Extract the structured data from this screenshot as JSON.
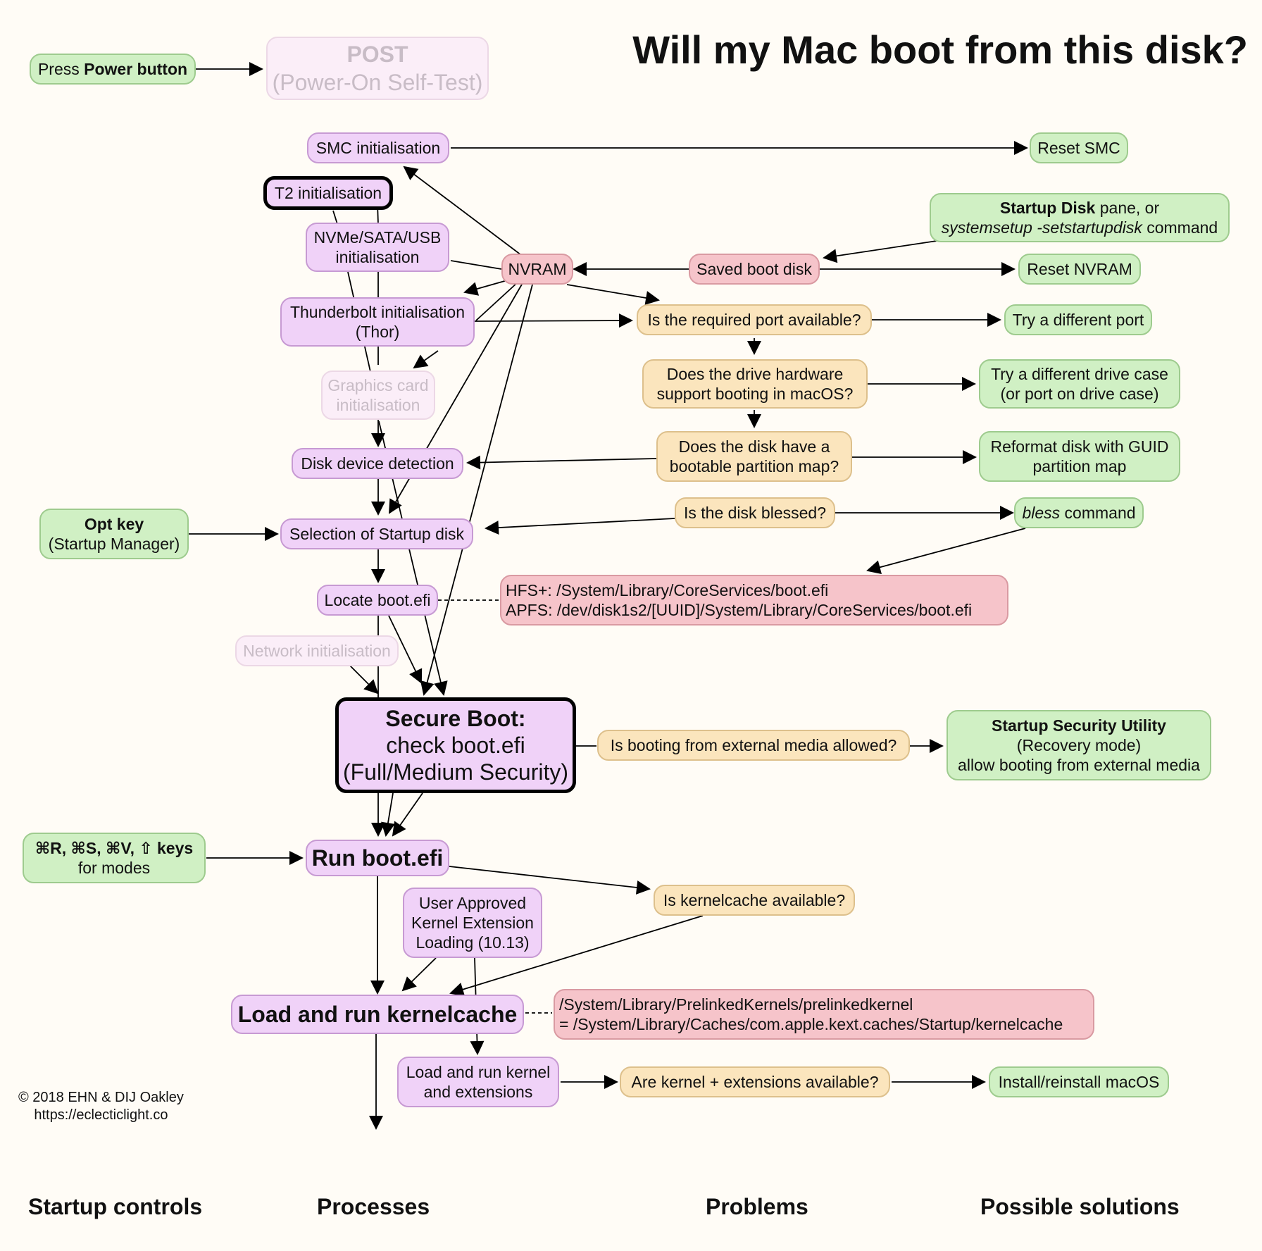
{
  "title": "Will my Mac boot from this disk?",
  "columns": [
    "Startup controls",
    "Processes",
    "Problems",
    "Possible solutions"
  ],
  "credit": {
    "line1": "© 2018 EHN & DIJ Oakley",
    "line2": "https://eclecticlight.co"
  },
  "controls": {
    "power": {
      "pre": "Press ",
      "bold": "Power button"
    },
    "opt": {
      "bold": "Opt key",
      "line2": "(Startup Manager)"
    },
    "modes": {
      "bold": "⌘R, ⌘S, ⌘V, ⇧ keys",
      "line2": "for modes"
    }
  },
  "processes": {
    "post": {
      "line1": "POST",
      "line2": "(Power-On Self-Test)"
    },
    "smc": "SMC initialisation",
    "t2": "T2 initialisation",
    "nvme": {
      "line1": "NVMe/SATA/USB",
      "line2": "initialisation"
    },
    "thunderbolt": {
      "line1": "Thunderbolt initialisation",
      "line2": "(Thor)"
    },
    "graphics": {
      "line1": "Graphics card",
      "line2": "initialisation"
    },
    "disk_detect": "Disk device detection",
    "selection": "Selection of Startup disk",
    "locate": "Locate boot.efi",
    "network": "Network initialisation",
    "secure_boot": {
      "line1": "Secure Boot:",
      "line2": "check boot.efi",
      "line3": "(Full/Medium Security)"
    },
    "run_boot": "Run boot.efi",
    "user_approved": {
      "line1": "User Approved",
      "line2": "Kernel Extension",
      "line3": "Loading (10.13)"
    },
    "load_kernelcache": "Load and run kernelcache",
    "load_kernel": {
      "line1": "Load and run kernel",
      "line2": "and extensions"
    }
  },
  "state": {
    "nvram": "NVRAM",
    "saved_boot_disk": "Saved boot disk",
    "boot_paths": {
      "line1": "HFS+: /System/Library/CoreServices/boot.efi",
      "line2": "APFS: /dev/disk1s2/[UUID]/System/Library/CoreServices/boot.efi"
    },
    "kernel_paths": {
      "line1": "/System/Library/PrelinkedKernels/prelinkedkernel",
      "line2": "= /System/Library/Caches/com.apple.kext.caches/Startup/kernelcache"
    }
  },
  "problems": {
    "port": "Is the required port available?",
    "hardware": {
      "line1": "Does the drive hardware",
      "line2": "support booting in macOS?"
    },
    "partition": {
      "line1": "Does the disk have a",
      "line2": "bootable partition map?"
    },
    "blessed": "Is the disk blessed?",
    "external": "Is booting from external media allowed?",
    "kernelcache": "Is kernelcache available?",
    "kernel_ext": "Are kernel + extensions available?"
  },
  "solutions": {
    "reset_smc": "Reset SMC",
    "startup_disk": {
      "bold": "Startup Disk",
      "rest1": " pane, or",
      "italic": "systemsetup -setstartupdisk",
      "rest2": " command"
    },
    "reset_nvram": "Reset NVRAM",
    "different_port": "Try a different port",
    "drive_case": {
      "line1": "Try a different drive case",
      "line2": "(or port on drive case)"
    },
    "reformat": {
      "line1": "Reformat disk with GUID",
      "line2": "partition map"
    },
    "bless": {
      "italic": "bless",
      "rest": " command"
    },
    "ssu": {
      "bold": "Startup Security Utility",
      "line2": "(Recovery mode)",
      "line3": "allow booting from external media"
    },
    "reinstall": "Install/reinstall macOS"
  }
}
